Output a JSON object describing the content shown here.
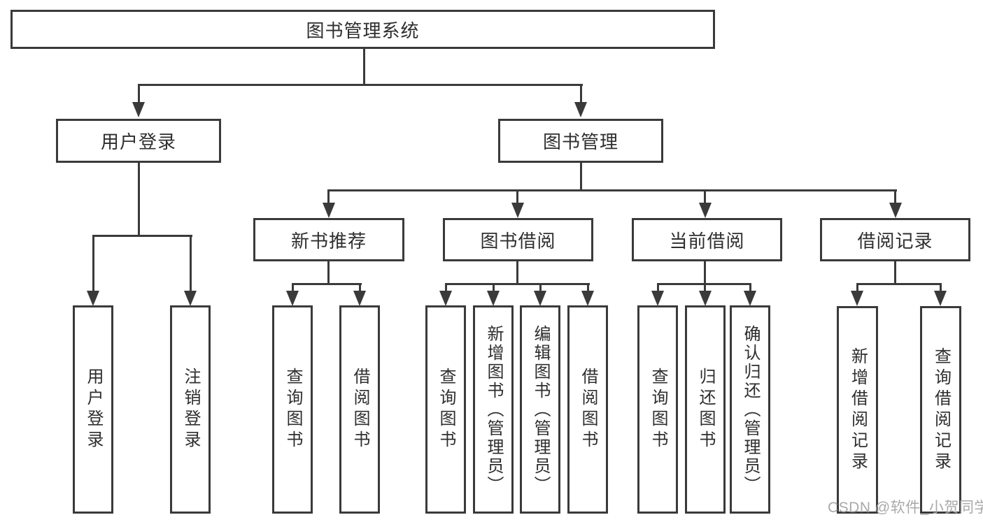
{
  "diagram_type": "tree",
  "root": {
    "label": "图书管理系统"
  },
  "branches": {
    "user_login": {
      "label": "用户登录",
      "children": [
        "用户登录",
        "注销登录"
      ]
    },
    "book_mgmt": {
      "label": "图书管理",
      "sections": {
        "new_books": {
          "label": "新书推荐",
          "children": [
            "查询图书",
            "借阅图书"
          ]
        },
        "book_borrow": {
          "label": "图书借阅",
          "children": [
            "查询图书",
            "新增图书（管理员）",
            "编辑图书（管理员）",
            "借阅图书"
          ]
        },
        "current_borrow": {
          "label": "当前借阅",
          "children": [
            "查询图书",
            "归还图书",
            "确认归还（管理员）"
          ]
        },
        "borrow_records": {
          "label": "借阅记录",
          "children": [
            "新增借阅记录",
            "查询借阅记录"
          ]
        }
      }
    }
  },
  "watermark": "CSDN @软件_小贺同学",
  "colors": {
    "line": "#3a3a3a",
    "text": "#2e2e2e",
    "watermark": "#a9a9a9",
    "background": "#ffffff"
  }
}
